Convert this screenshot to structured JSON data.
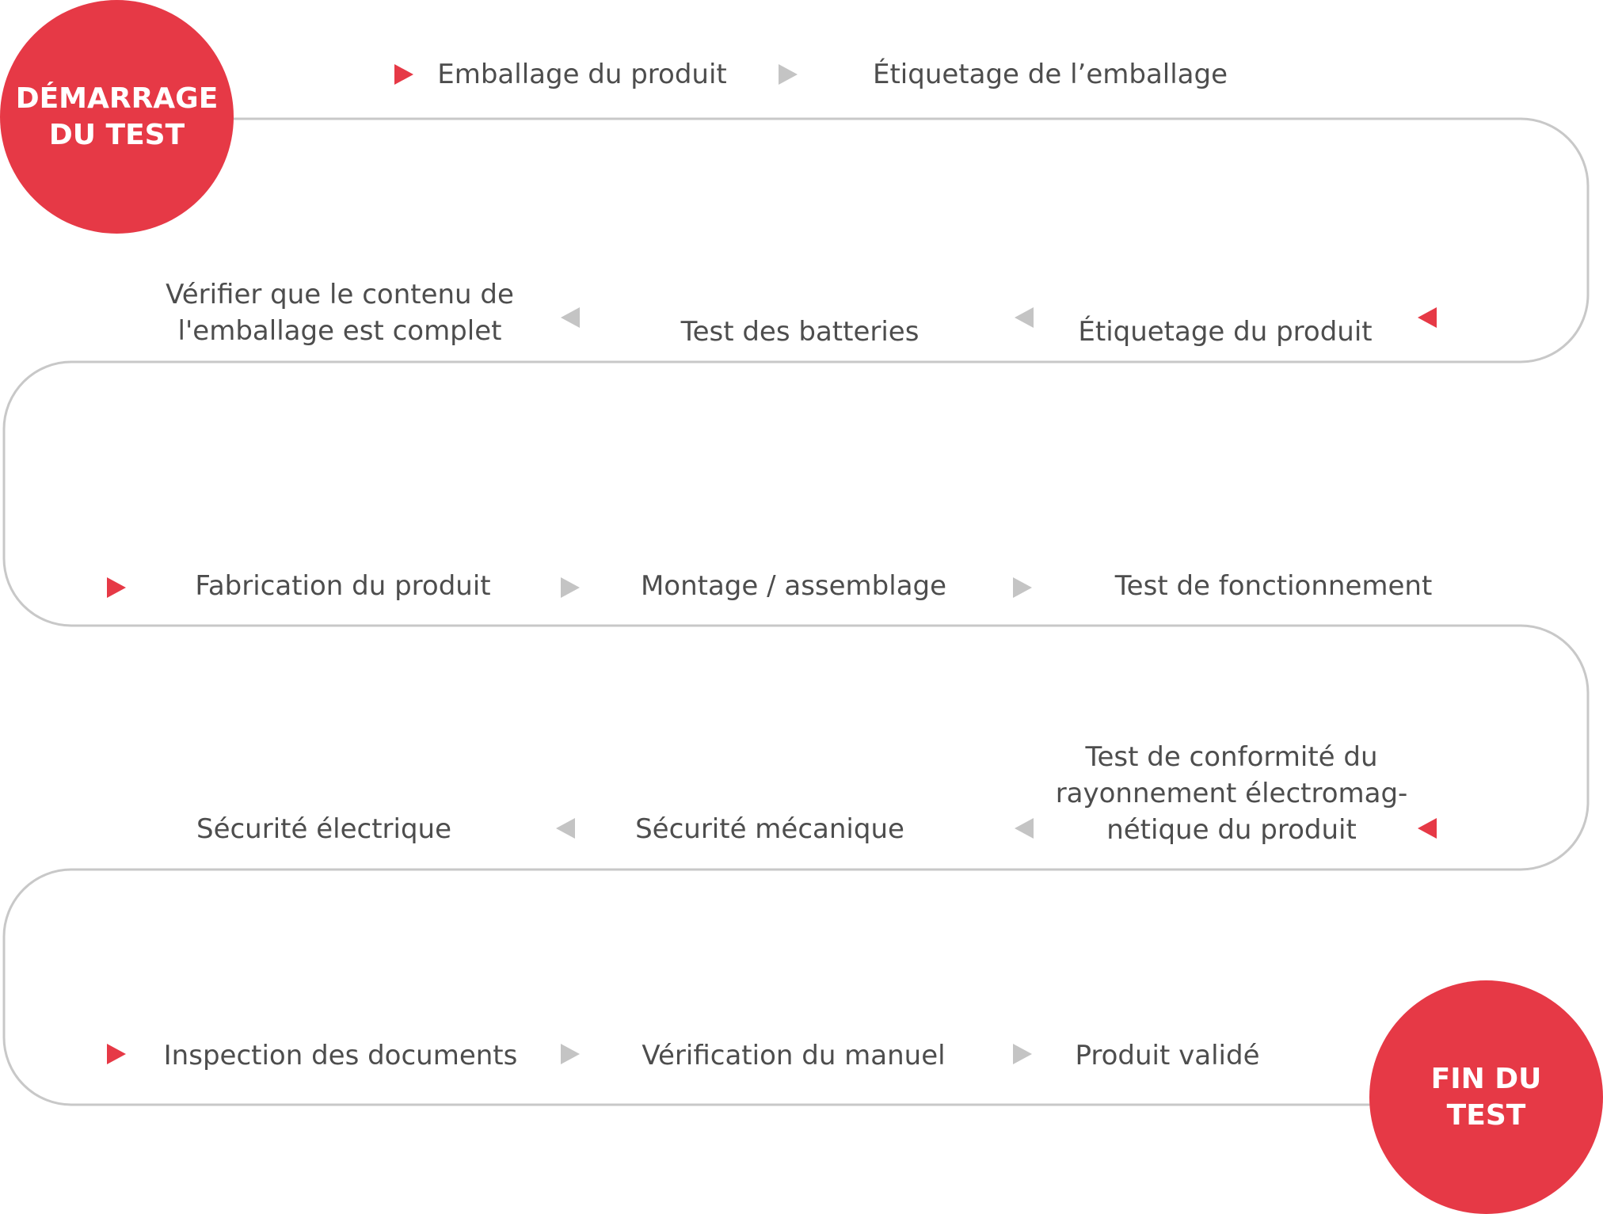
{
  "colors": {
    "accent": "#e63946",
    "track": "#c8c8c8",
    "arrow_inactive": "#c4c4c4",
    "text": "#4d4d4d"
  },
  "start": {
    "line1": "DÉMARRAGE",
    "line2": "DU TEST"
  },
  "end": {
    "line1": "FIN  DU",
    "line2": "TEST"
  },
  "rows": [
    {
      "direction": "right",
      "steps": [
        {
          "lines": [
            "Emballage du produit"
          ]
        },
        {
          "lines": [
            "Étiquetage de l’emballage"
          ]
        }
      ]
    },
    {
      "direction": "left",
      "steps": [
        {
          "lines": [
            "Étiquetage du produit"
          ]
        },
        {
          "lines": [
            "Test des batteries"
          ]
        },
        {
          "lines": [
            "Vérifier que le contenu de",
            "l'emballage est complet"
          ]
        }
      ]
    },
    {
      "direction": "right",
      "steps": [
        {
          "lines": [
            "Fabrication du produit"
          ]
        },
        {
          "lines": [
            "Montage / assemblage"
          ]
        },
        {
          "lines": [
            "Test de fonctionnement"
          ]
        }
      ]
    },
    {
      "direction": "left",
      "steps": [
        {
          "lines": [
            "Test de conformité du",
            "rayonnement électromag-",
            "nétique du produit"
          ]
        },
        {
          "lines": [
            "Sécurité mécanique"
          ]
        },
        {
          "lines": [
            "Sécurité électrique"
          ]
        }
      ]
    },
    {
      "direction": "right",
      "steps": [
        {
          "lines": [
            "Inspection des documents"
          ]
        },
        {
          "lines": [
            "Vérification du manuel"
          ]
        },
        {
          "lines": [
            "Produit validé"
          ]
        }
      ]
    }
  ]
}
